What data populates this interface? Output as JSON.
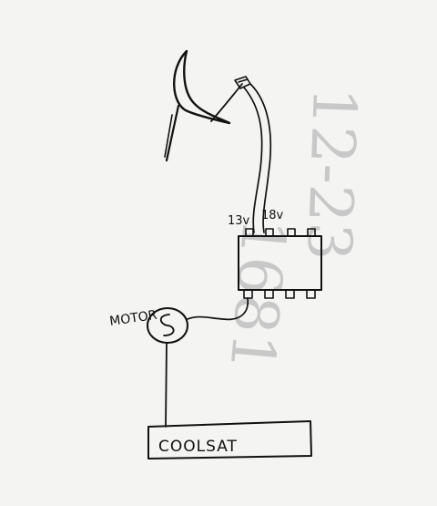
{
  "diagram": {
    "labels": {
      "voltage_13": "13v",
      "voltage_18": "18v",
      "motor": "MOTOR",
      "receiver": "COOLSAT"
    },
    "bleed_through": {
      "line1": "12-23",
      "line2": "1681"
    },
    "colors": {
      "ink": "#111111",
      "paper": "#f4f4f2",
      "bleed": "#c8c8c8"
    }
  }
}
